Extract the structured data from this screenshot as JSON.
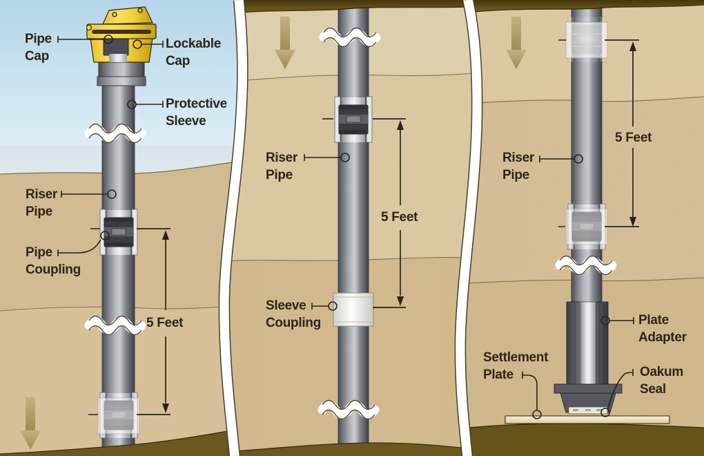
{
  "diagram_title": "Riser pipe settlement protection methods (3-panel cross-section)",
  "panels": [
    {
      "name": "protective-sleeve-installation",
      "labels": {
        "pipe_cap": "Pipe\nCap",
        "lockable_cap": "Lockable\nCap",
        "protective_sleeve": "Protective\nSleeve",
        "riser_pipe": "Riser\nPipe",
        "pipe_coupling": "Pipe\nCoupling",
        "dimension": "5 Feet"
      }
    },
    {
      "name": "sleeve-coupling-installation",
      "labels": {
        "riser_pipe": "Riser\nPipe",
        "dimension": "5 Feet",
        "sleeve_coupling": "Sleeve\nCoupling"
      }
    },
    {
      "name": "settlement-plate-installation",
      "labels": {
        "dimension": "5 Feet",
        "riser_pipe": "Riser\nPipe",
        "plate_adapter": "Plate\nAdapter",
        "settlement_plate": "Settlement\nPlate",
        "oakum_seal": "Oakum\nSeal"
      }
    }
  ],
  "icons": {
    "settlement_arrow": "down-arrow",
    "pipe_break": "break-squiggle",
    "callout_marker": "circle-callout"
  },
  "colors": {
    "sky_top": "#b4d6e8",
    "sky_bottom": "#eef6fb",
    "soil_tan": "#d8c096",
    "soil_tan_light": "#e3d5b2",
    "soil_dark": "#6b5820",
    "pipe_gray": "#6f717a",
    "pipe_highlight": "#cfd1d7",
    "cap_yellow": "#f2d33a",
    "plate_cream": "#f0e8cc",
    "arrow_fill": "#b3a06c",
    "label_text": "#2e2418",
    "line_color": "#2a2118"
  }
}
